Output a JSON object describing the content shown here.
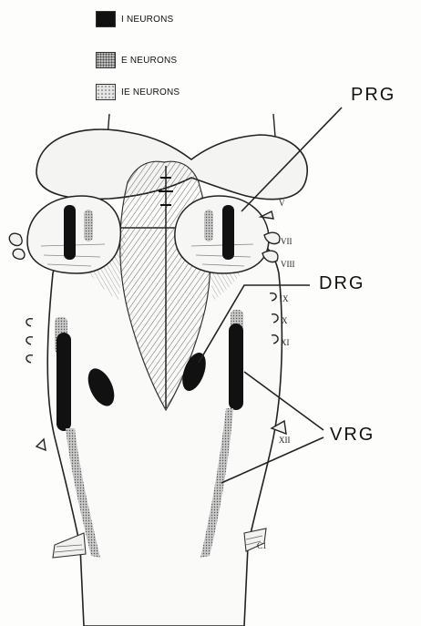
{
  "legend": [
    {
      "label": "I NEURONS",
      "pattern": "solid-black"
    },
    {
      "label": "E NEURONS",
      "pattern": "dense-stipple"
    },
    {
      "label": "IE NEURONS",
      "pattern": "light-stipple"
    }
  ],
  "callouts": {
    "prg": "PRG",
    "drg": "DRG",
    "vrg": "VRG"
  },
  "nerves": {
    "v": "V",
    "vii": "VII",
    "viii": "VIII",
    "ix": "IX",
    "x": "X",
    "xi": "XI",
    "xii": "XII",
    "c1": "C1"
  },
  "colors": {
    "ink": "#111111",
    "background": "#fdfdfb"
  }
}
